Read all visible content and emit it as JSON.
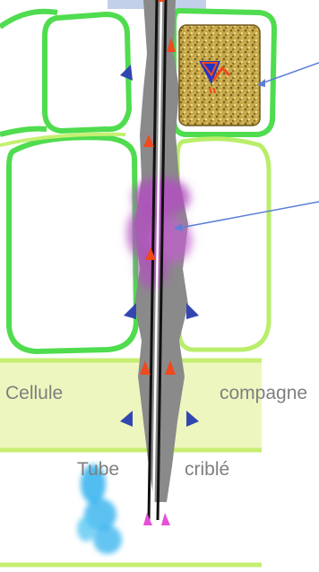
{
  "labels": {
    "cellule": "Cellule",
    "compagne": "compagne",
    "tube": "Tube",
    "crible": "criblé"
  },
  "colors": {
    "cell_wall_bright": "#4fdc4f",
    "cell_wall_pale": "#b9ee6a",
    "band_fill": "#eef6bf",
    "sieve_column": "#8a8a8a",
    "tube_line": "#111111",
    "arrow_red": "#ef4a1e",
    "arrow_blue": "#3346b0",
    "arrow_magenta": "#e64fd8",
    "callout_line": "#5b7fd6",
    "purple_cloud": "#b24fbf",
    "cyan_cloud": "#3fb6ef",
    "granule_fill": "#b89a3a"
  },
  "icons": {
    "callout_arrow": "arrow-icon",
    "granule_symbol": "triangle-glyph-icon"
  }
}
